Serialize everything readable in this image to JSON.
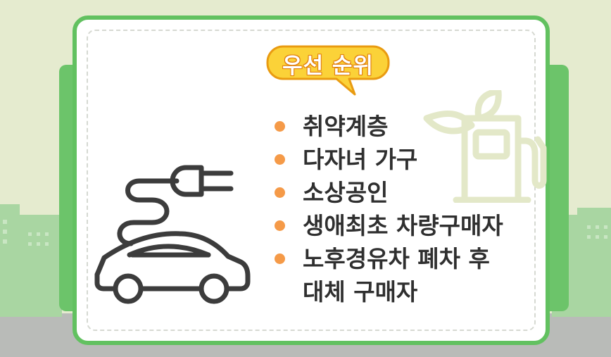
{
  "badge": {
    "label": "우선 순위",
    "fill": "#fbd238",
    "stroke": "#e99b11"
  },
  "priority_list": [
    {
      "lines": [
        "취약계층"
      ]
    },
    {
      "lines": [
        "다자녀 가구"
      ]
    },
    {
      "lines": [
        "소상공인"
      ]
    },
    {
      "lines": [
        "생애최초 차량구매자"
      ]
    },
    {
      "lines": [
        "노후경유차 폐차 후",
        "대체 구매자"
      ]
    }
  ],
  "icons": {
    "car": "electric-car-plug-icon",
    "station": "eco-charging-station-icon"
  },
  "colors": {
    "frame_green": "#62c160",
    "bullet_orange": "#f59a48",
    "background": "#e5ebcf",
    "road": "#b9bbb8"
  }
}
